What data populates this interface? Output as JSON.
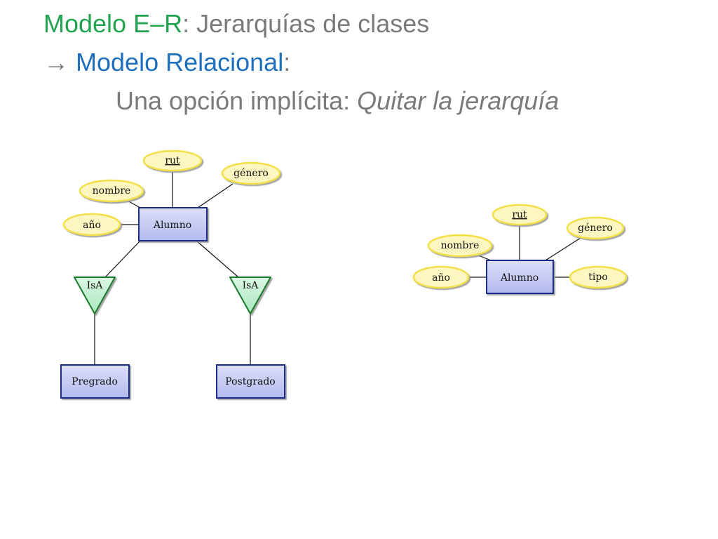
{
  "title": {
    "line1_part1": "Modelo E–R",
    "line1_part2": ": Jerarquías de clases",
    "line2_arrow": "→ ",
    "line2_part1": "Modelo Relacional",
    "line2_part2": ":",
    "line3_part1": "Una opción implícita: ",
    "line3_part2": "Quitar la jerarquía"
  },
  "colors": {
    "title_green": "#22a350",
    "title_blue": "#1f6fbf",
    "title_gray": "#7a7a7a",
    "attribute_fill": "#fdf6c0",
    "attribute_stroke": "#f2e048",
    "entity_fill": "#cfd3f5",
    "entity_stroke": "#1c2a8a",
    "isa_fill": "#c9f2d5",
    "isa_stroke": "#137a2c"
  },
  "left_diagram": {
    "entity": "Alumno",
    "attributes": {
      "rut": "rut",
      "genero": "género",
      "nombre": "nombre",
      "ano": "año"
    },
    "isa_left": "IsA",
    "isa_right": "IsA",
    "subclass_left": "Pregrado",
    "subclass_right": "Postgrado"
  },
  "right_diagram": {
    "entity": "Alumno",
    "attributes": {
      "rut": "rut",
      "genero": "género",
      "nombre": "nombre",
      "ano": "año",
      "tipo": "tipo"
    }
  }
}
